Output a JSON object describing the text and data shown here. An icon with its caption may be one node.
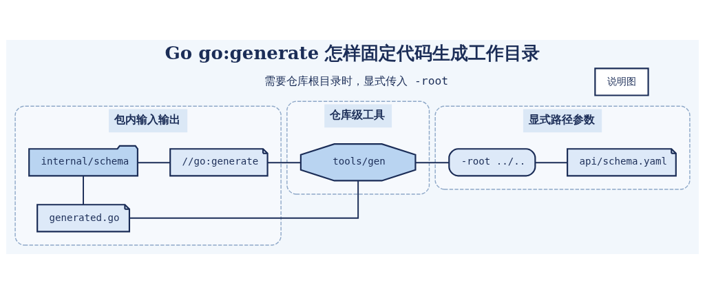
{
  "diagram": {
    "title": "Go go:generate 怎样固定代码生成工作目录",
    "nodes": [
      {
        "text": [
          "说明图"
        ]
      },
      {
        "text": [
          "包内输入输出"
        ]
      },
      {
        "text": [
          "internal/schema"
        ],
        "in": 1
      },
      {
        "text": [
          "//go:generate"
        ],
        "in": 1
      },
      {
        "text": [
          "generated.go"
        ],
        "in": 1
      },
      {
        "text": [
          "仓库级工具"
        ]
      },
      {
        "text": [
          "tools/gen"
        ],
        "in": 5
      },
      {
        "text": [
          "显式路径参数"
        ]
      },
      {
        "text": [
          "-root ../.."
        ],
        "in": 7
      },
      {
        "text": [
          "api/schema.yaml"
        ],
        "in": 7
      }
    ],
    "edges": [
      {
        "from": 2,
        "to": 3,
        "arrow": "none"
      },
      {
        "from": 3,
        "to": 6,
        "arrow": "none"
      },
      {
        "from": 6,
        "to": 8,
        "arrow": "none"
      },
      {
        "from": 8,
        "to": 9,
        "arrow": "none"
      },
      {
        "from": 2,
        "to": 4,
        "arrow": "none"
      },
      {
        "from": 4,
        "to": 6,
        "arrow": "none"
      }
    ],
    "labels": [
      "需要仓库根目录时，显式传入 -root"
    ]
  }
}
